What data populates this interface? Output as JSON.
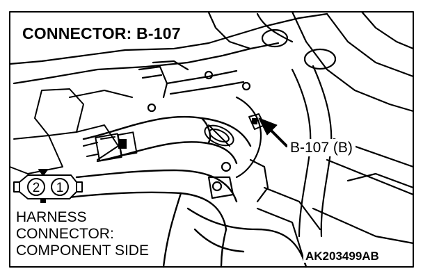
{
  "title": "CONNECTOR: B-107",
  "callout_label": "B-107 (B)",
  "harness_label": {
    "line1": "HARNESS",
    "line2": "CONNECTOR:",
    "line3": "COMPONENT SIDE"
  },
  "pin_labels": [
    "2",
    "1"
  ],
  "figure_id": "AK203499AB",
  "colors": {
    "ink": "#000000",
    "paper": "#ffffff"
  }
}
